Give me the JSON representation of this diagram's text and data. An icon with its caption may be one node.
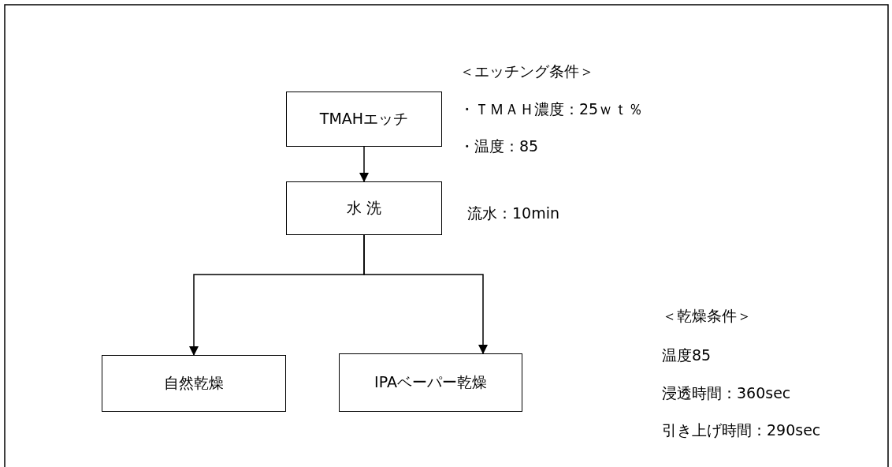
{
  "diagram": {
    "nodes": [
      {
        "text": [
          "TMAHエッチ"
        ]
      },
      {
        "text": [
          "水 洗"
        ]
      },
      {
        "text": [
          "自然乾燥"
        ]
      },
      {
        "text": [
          "IPAベーパー乾燥"
        ]
      }
    ],
    "edges": [
      {
        "from": 0,
        "to": 1,
        "arrow": "to"
      },
      {
        "from": 1,
        "to": 2,
        "arrow": "to"
      },
      {
        "from": 1,
        "to": 3,
        "arrow": "to"
      }
    ],
    "labels": [
      "＜エッチング条件＞",
      "・ＴＭＡＨ濃度：25ｗｔ％",
      "・温度：85",
      "流水：10min",
      "＜乾燥条件＞",
      "温度85",
      "浸透時間：360sec",
      "引き上げ時間：290sec"
    ]
  }
}
